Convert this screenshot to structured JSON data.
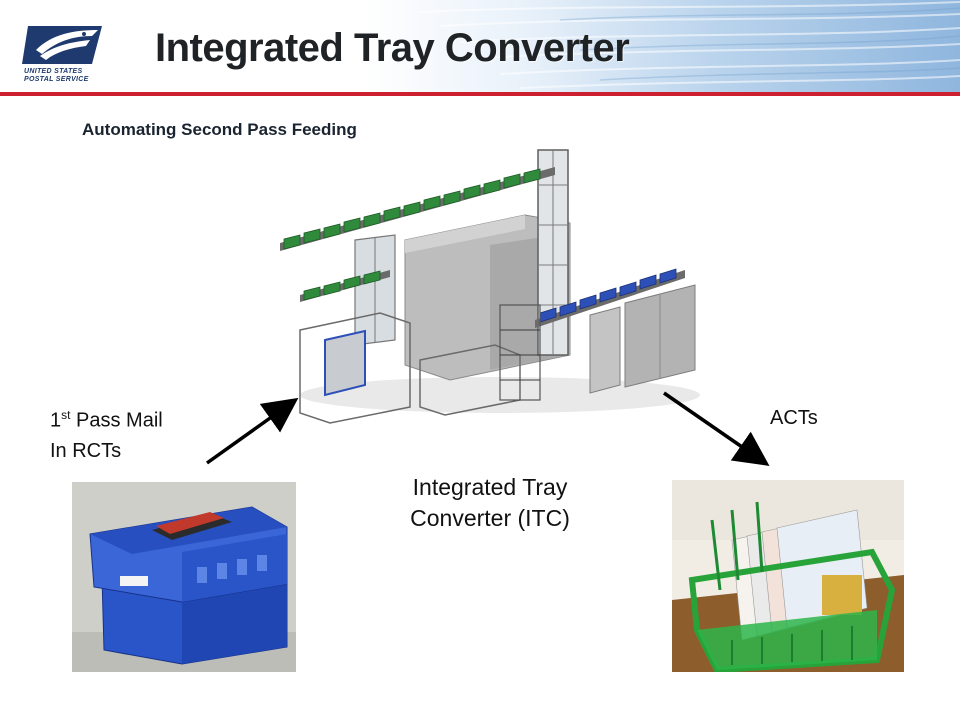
{
  "header": {
    "title": "Integrated Tray Converter",
    "logo_text_line1": "UNITED STATES",
    "logo_text_line2": "POSTAL SERVICE",
    "logo_icon": "eagle-logo-icon"
  },
  "subtitle": "Automating Second Pass Feeding",
  "labels": {
    "first_pass_num": "1",
    "first_pass_sup": "st",
    "first_pass_rest": " Pass Mail",
    "first_pass_line2": "In RCTs",
    "acts": "ACTs",
    "itc_line1": "Integrated Tray",
    "itc_line2": "Converter (ITC)"
  },
  "images": {
    "machine": "itc-machine-diagram",
    "left_photo": "blue-rct-tray-photo",
    "right_photo": "green-act-tray-photo"
  },
  "colors": {
    "accent_red": "#cc1f2f",
    "usps_blue": "#1f3a6e"
  }
}
